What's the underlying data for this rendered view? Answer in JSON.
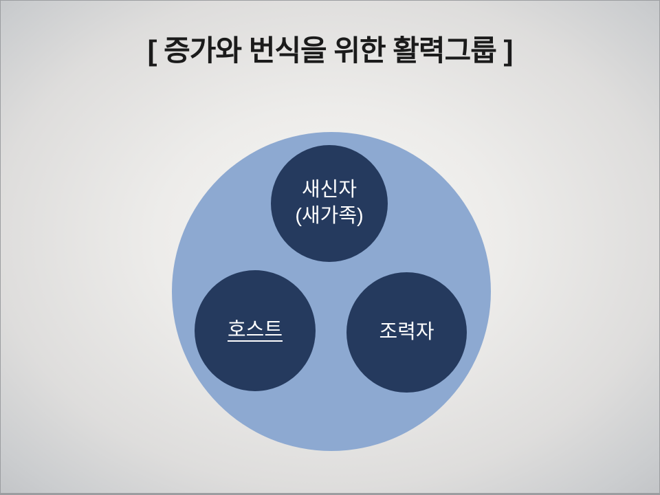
{
  "slide": {
    "title": "[ 증가와 번식을 위한 활력그룹 ]",
    "title_color": "#1b1b1b"
  },
  "diagram": {
    "type": "grouped-circles",
    "description": "One large light-blue group circle containing three dark navy member circles",
    "group_color": "#8da9d1",
    "node_color": "#253a5e",
    "label_color": "#ffffff",
    "nodes": [
      {
        "id": "new-believer",
        "label": "새신자\n(새가족)",
        "underlined": false
      },
      {
        "id": "host",
        "label": "호스트",
        "underlined": true
      },
      {
        "id": "helper",
        "label": "조력자",
        "underlined": false
      }
    ]
  }
}
